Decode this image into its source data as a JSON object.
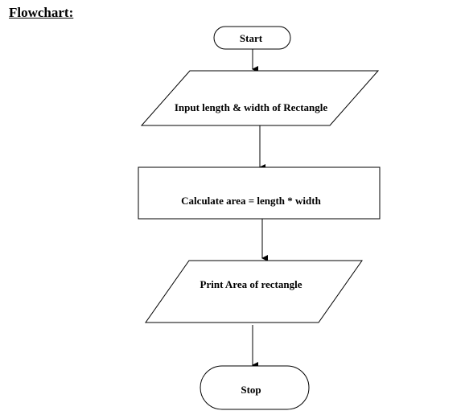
{
  "heading": "Flowchart:",
  "nodes": {
    "start": "Start",
    "input": "Input length & width  of Rectangle",
    "process": "Calculate area = length * width",
    "output": "Print Area of rectangle",
    "stop": "Stop"
  },
  "colors": {
    "stroke": "#000000",
    "fill": "#ffffff",
    "text": "#000000"
  }
}
